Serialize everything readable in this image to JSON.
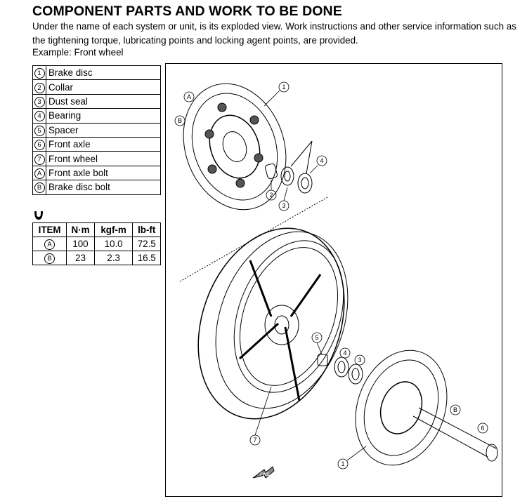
{
  "title": "COMPONENT PARTS AND WORK TO BE DONE",
  "intro": "Under the name of each system or unit, is its exploded view. Work instructions and other service information such as the tightening torque, lubricating points and locking agent points, are provided.",
  "example": "Example: Front wheel",
  "parts": [
    {
      "key": "1",
      "label": "Brake disc"
    },
    {
      "key": "2",
      "label": "Collar"
    },
    {
      "key": "3",
      "label": "Dust seal"
    },
    {
      "key": "4",
      "label": "Bearing"
    },
    {
      "key": "5",
      "label": "Spacer"
    },
    {
      "key": "6",
      "label": "Front axle"
    },
    {
      "key": "7",
      "label": "Front wheel"
    },
    {
      "key": "A",
      "label": "Front axle bolt"
    },
    {
      "key": "B",
      "label": "Brake disc bolt"
    }
  ],
  "torque": {
    "icon": "torque-wrench-icon",
    "headers": [
      "ITEM",
      "N·m",
      "kgf-m",
      "lb-ft"
    ],
    "rows": [
      {
        "item": "A",
        "nm": "100",
        "kgfm": "10.0",
        "lbft": "72.5"
      },
      {
        "item": "B",
        "nm": "23",
        "kgfm": "2.3",
        "lbft": "16.5"
      }
    ]
  },
  "diagram": {
    "callouts": [
      "1",
      "2",
      "3",
      "4",
      "1",
      "4",
      "3",
      "5",
      "6",
      "7",
      "A",
      "B",
      "B"
    ],
    "arrow_label": "FWD"
  }
}
